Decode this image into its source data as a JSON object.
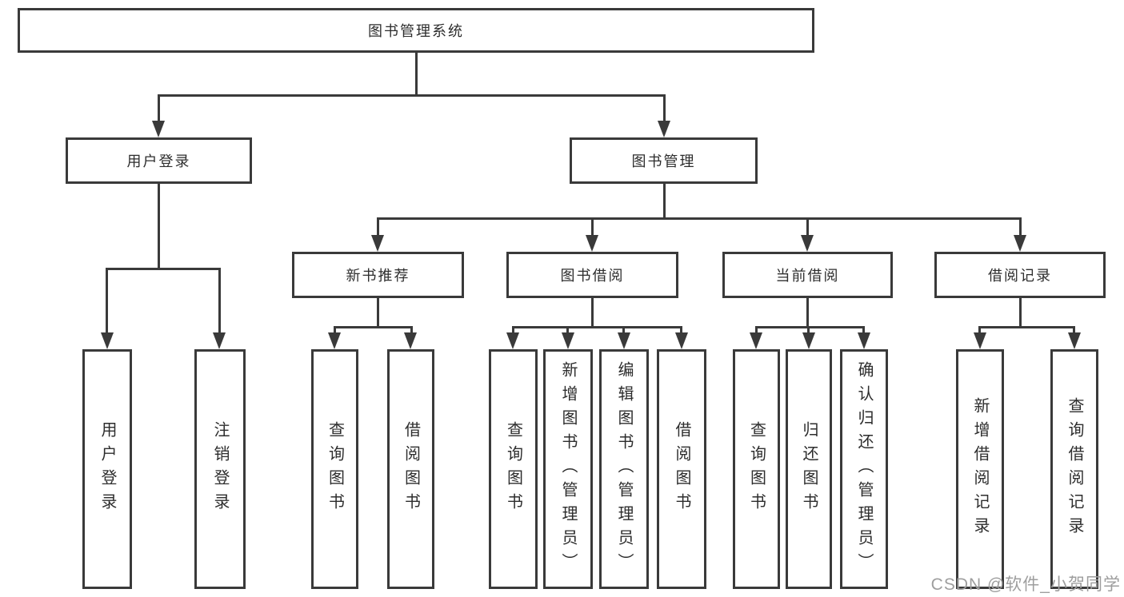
{
  "nodes": {
    "root": "图书管理系统",
    "user_login": "用户登录",
    "book_mgmt": "图书管理",
    "new_book_rec": "新书推荐",
    "book_borrow": "图书借阅",
    "current_borrow": "当前借阅",
    "borrow_records": "借阅记录"
  },
  "leaves": {
    "user_login": [
      "用户登录",
      "注销登录"
    ],
    "new_book_rec": [
      "查询图书",
      "借阅图书"
    ],
    "book_borrow": [
      "查询图书",
      "新增图书（管理员）",
      "编辑图书（管理员）",
      "借阅图书"
    ],
    "current_borrow": [
      "查询图书",
      "归还图书",
      "确认归还（管理员）"
    ],
    "borrow_records": [
      "新增借阅记录",
      "查询借阅记录"
    ]
  },
  "watermark": "CSDN @软件_小贺同学",
  "colors": {
    "line": "#3a3a3a",
    "text": "#2d2d2d",
    "watermark": "#9e9e9e",
    "background": "#ffffff"
  }
}
